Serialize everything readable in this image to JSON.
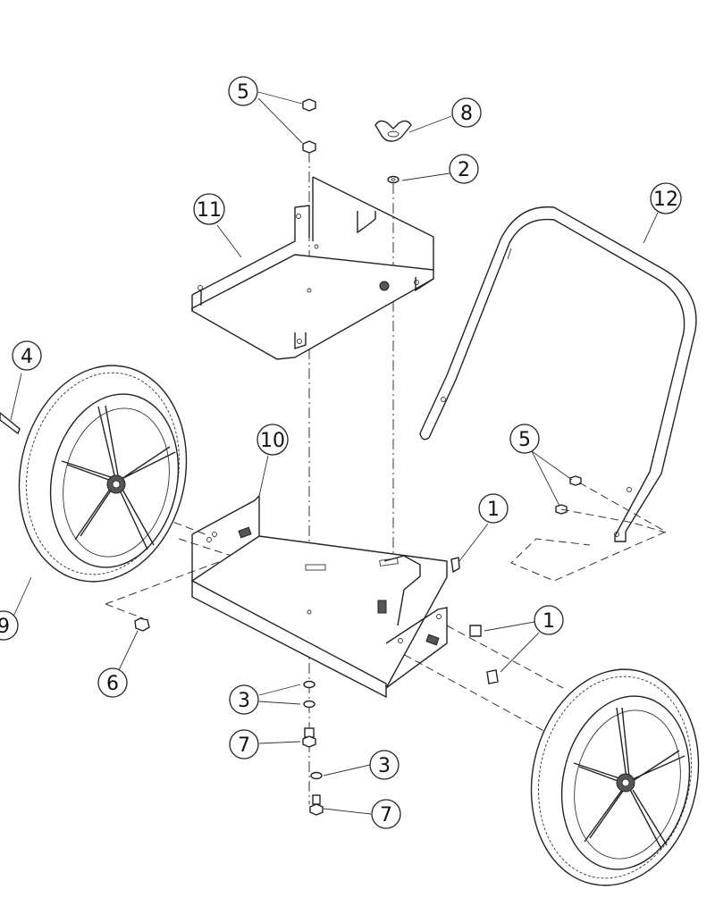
{
  "callouts": [
    {
      "id": "c5a",
      "label": "5"
    },
    {
      "id": "c8",
      "label": "8"
    },
    {
      "id": "c2",
      "label": "2"
    },
    {
      "id": "c11",
      "label": "11"
    },
    {
      "id": "c12",
      "label": "12"
    },
    {
      "id": "c4",
      "label": "4"
    },
    {
      "id": "c10",
      "label": "10"
    },
    {
      "id": "c5b",
      "label": "5"
    },
    {
      "id": "c1a",
      "label": "1"
    },
    {
      "id": "c1b",
      "label": "1"
    },
    {
      "id": "c9",
      "label": "9"
    },
    {
      "id": "c6",
      "label": "6"
    },
    {
      "id": "c3a",
      "label": "3"
    },
    {
      "id": "c7a",
      "label": "7"
    },
    {
      "id": "c3b",
      "label": "3"
    },
    {
      "id": "c7b",
      "label": "7"
    }
  ]
}
